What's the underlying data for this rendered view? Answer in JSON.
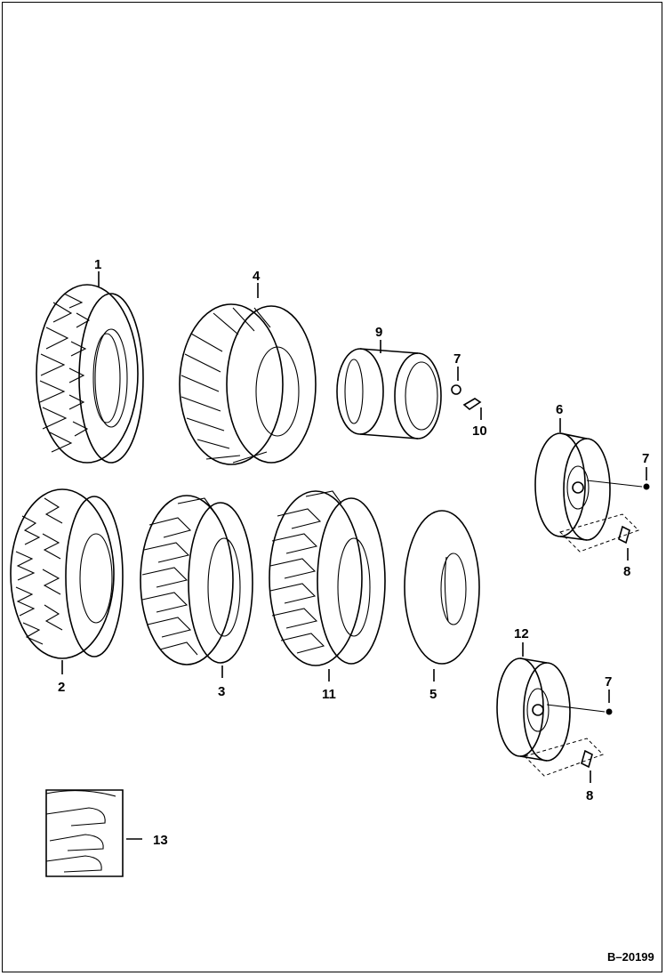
{
  "figure": {
    "reference_code": "B–20199",
    "callouts": {
      "tire_1": "1",
      "tire_2": "2",
      "tire_3": "3",
      "tire_4": "4",
      "tube_5": "5",
      "wheel_6": "6",
      "nut_7a": "7",
      "nut_7b": "7",
      "nut_7c": "7",
      "stud_8a": "8",
      "stud_8b": "8",
      "rim_9": "9",
      "valve_10": "10",
      "tire_11": "11",
      "wheel_12": "12",
      "tread_13": "13"
    }
  }
}
